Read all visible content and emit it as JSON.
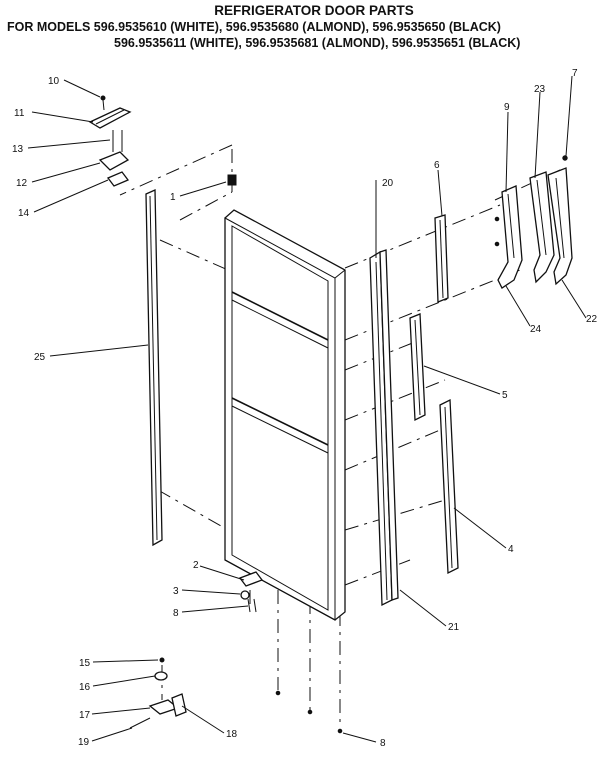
{
  "title": "REFRIGERATOR DOOR PARTS",
  "models_line_1": "FOR MODELS 596.9535610 (WHITE), 596.9535680 (ALMOND), 596.9535650 (BLACK)",
  "models_line_2": "596.9535611 (WHITE), 596.9535681 (ALMOND), 596.9535651 (BLACK)",
  "callouts": {
    "c1": "1",
    "c2": "2",
    "c3": "3",
    "c4": "4",
    "c5": "5",
    "c6": "6",
    "c7": "7",
    "c8a": "8",
    "c8b": "8",
    "c9": "9",
    "c10": "10",
    "c11": "11",
    "c12": "12",
    "c13": "13",
    "c14": "14",
    "c15": "15",
    "c16": "16",
    "c17": "17",
    "c18": "18",
    "c19": "19",
    "c20": "20",
    "c21": "21",
    "c22": "22",
    "c23": "23",
    "c24": "24",
    "c25": "25"
  }
}
